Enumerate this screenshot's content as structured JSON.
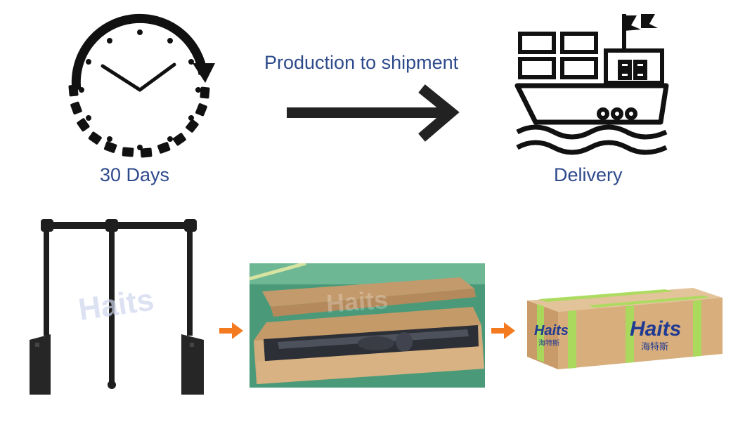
{
  "labels": {
    "days": "30 Days",
    "production": "Production to shipment",
    "delivery": "Delivery"
  },
  "brand": {
    "logo_text": "Haits",
    "logo_subtext": "海特斯"
  },
  "colors": {
    "label_text": "#2e4a8c",
    "icon_dark": "#111111",
    "orange_arrow": "#f47a20",
    "carton": "#d7ae7c",
    "strap": "#a7de5a",
    "logo_blue": "#1f3a93",
    "logo_orange": "#f08a1c"
  },
  "icons": [
    "clock-icon",
    "long-arrow-icon",
    "ship-icon",
    "orange-arrow-icon"
  ]
}
